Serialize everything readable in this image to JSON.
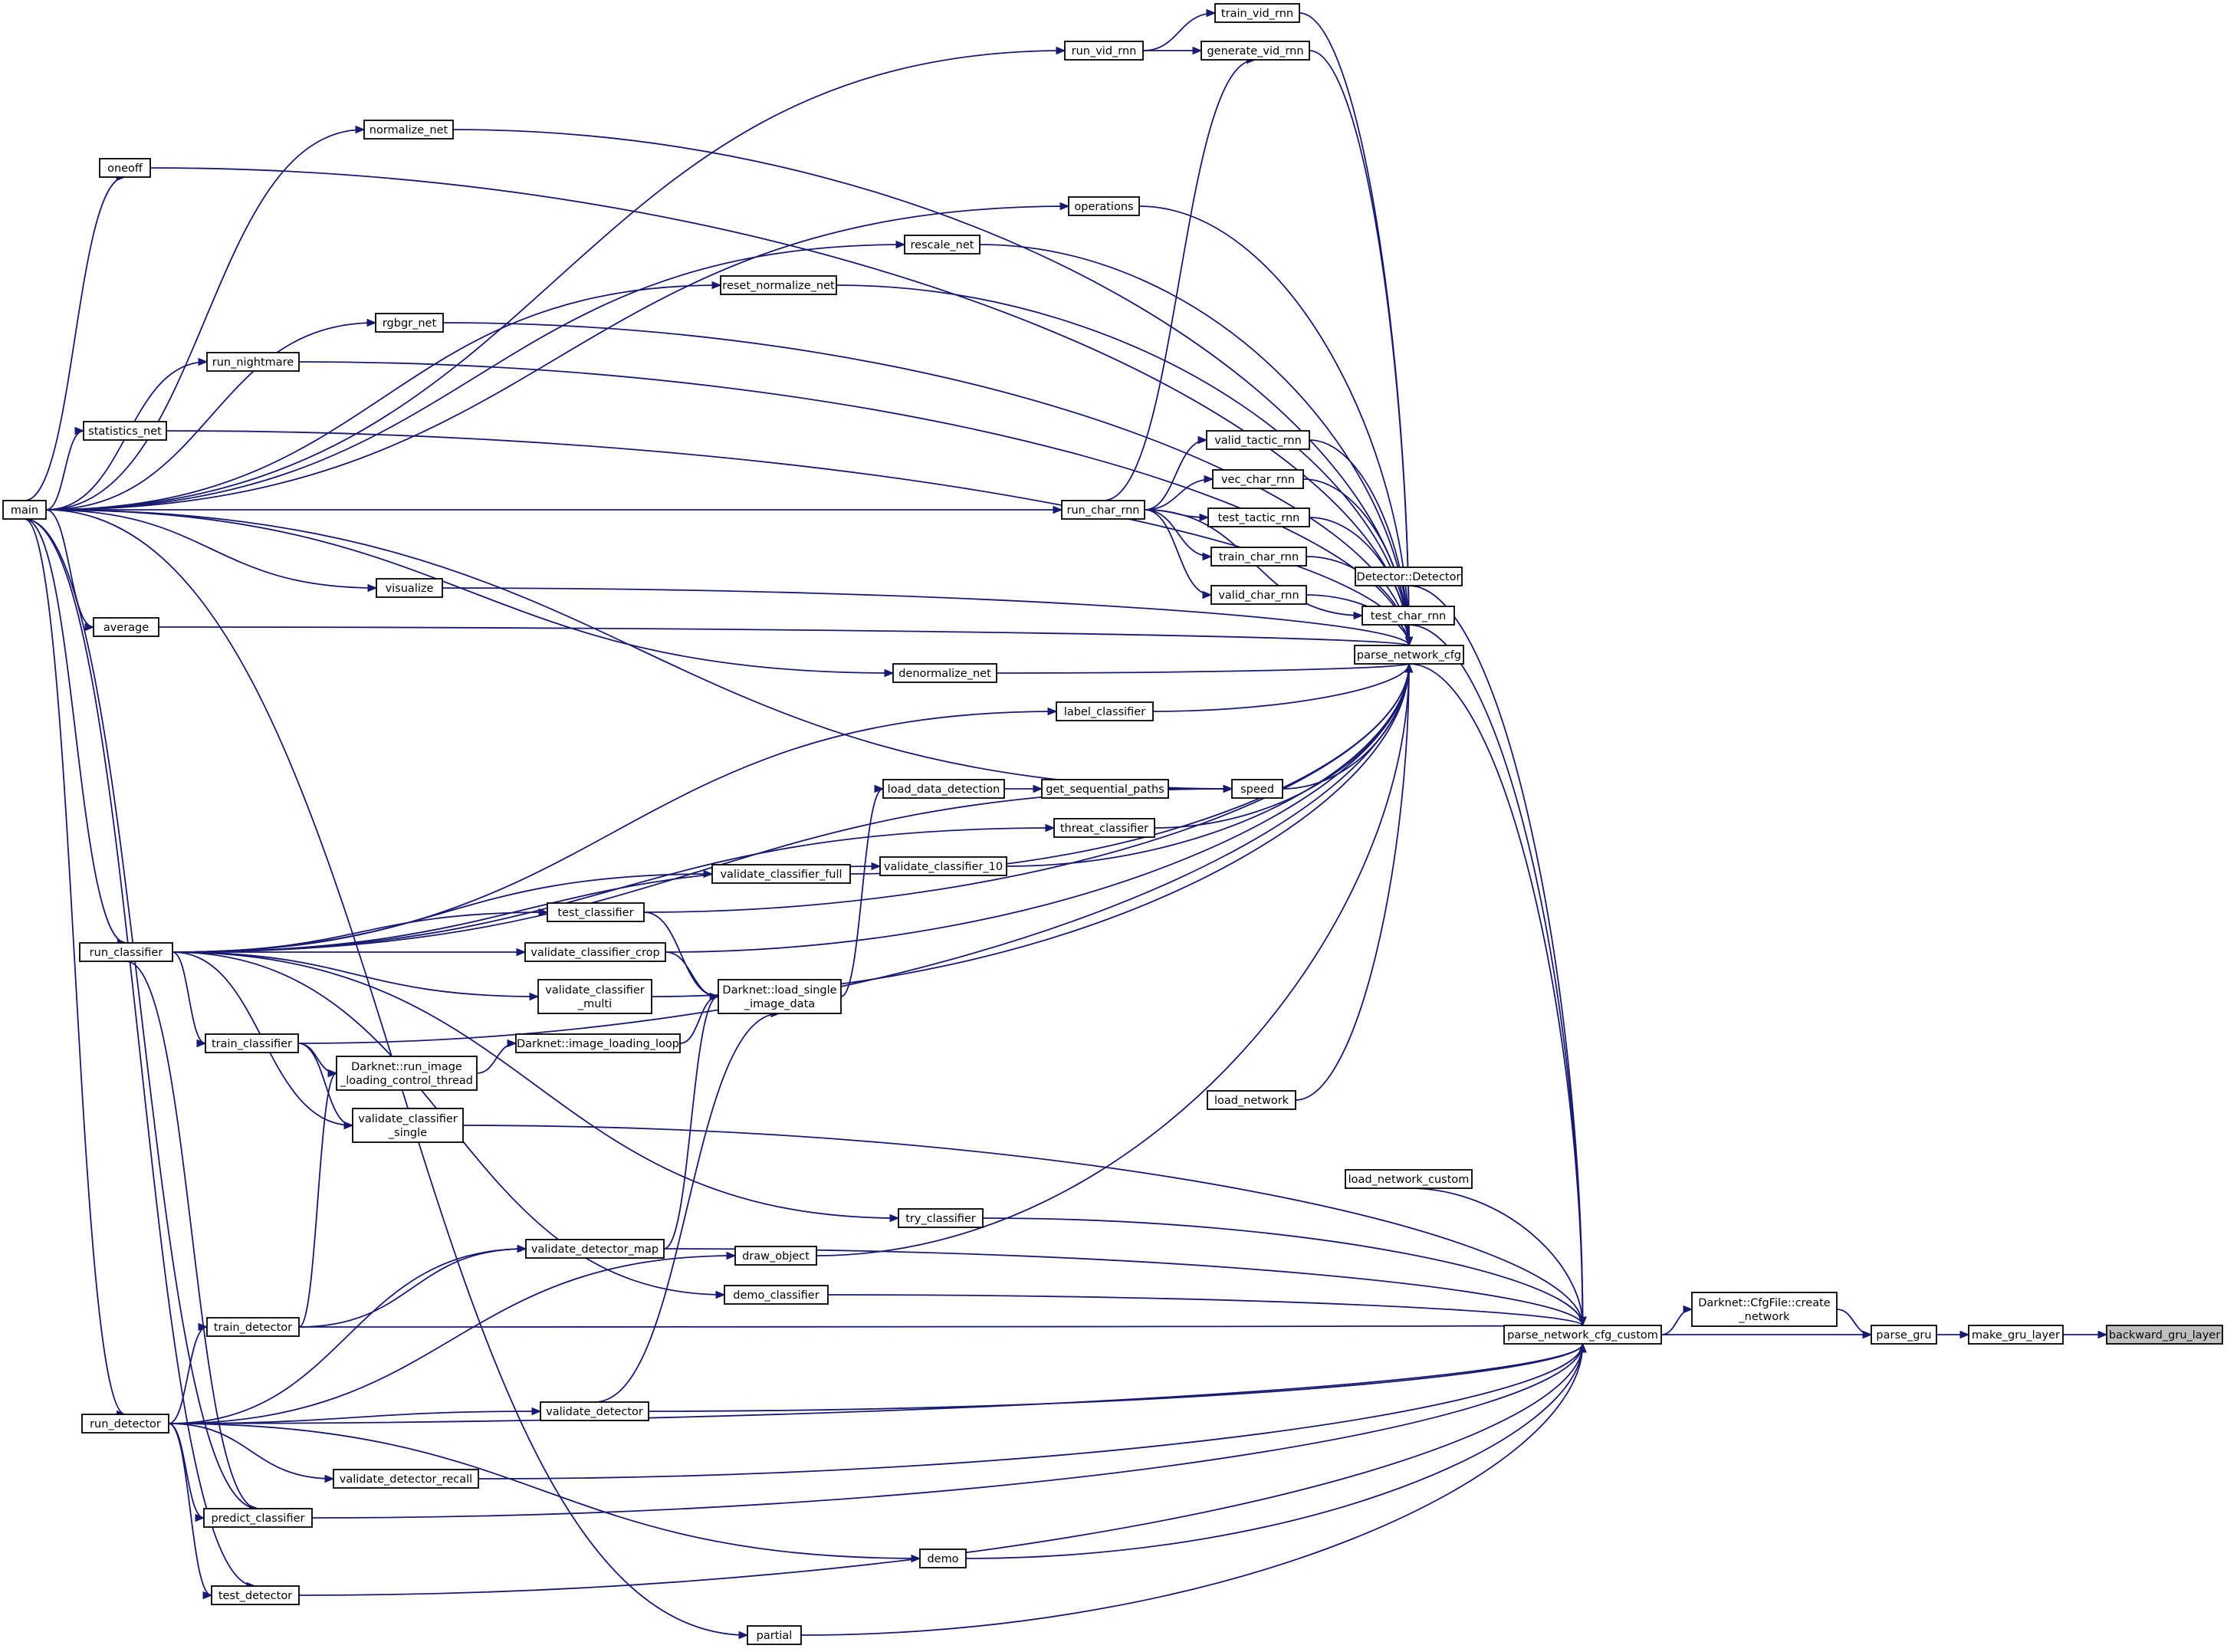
{
  "graph": {
    "nodes": [
      {
        "id": "train_vid_rnn",
        "lines": [
          "train_vid_rnn"
        ]
      },
      {
        "id": "run_vid_rnn",
        "lines": [
          "run_vid_rnn"
        ]
      },
      {
        "id": "generate_vid_rnn",
        "lines": [
          "generate_vid_rnn"
        ]
      },
      {
        "id": "normalize_net",
        "lines": [
          "normalize_net"
        ]
      },
      {
        "id": "oneoff",
        "lines": [
          "oneoff"
        ]
      },
      {
        "id": "operations",
        "lines": [
          "operations"
        ]
      },
      {
        "id": "rescale_net",
        "lines": [
          "rescale_net"
        ]
      },
      {
        "id": "reset_normalize_net",
        "lines": [
          "reset_normalize_net"
        ]
      },
      {
        "id": "rgbgr_net",
        "lines": [
          "rgbgr_net"
        ]
      },
      {
        "id": "run_nightmare",
        "lines": [
          "run_nightmare"
        ]
      },
      {
        "id": "statistics_net",
        "lines": [
          "statistics_net"
        ]
      },
      {
        "id": "valid_tactic_rnn",
        "lines": [
          "valid_tactic_rnn"
        ]
      },
      {
        "id": "vec_char_rnn",
        "lines": [
          "vec_char_rnn"
        ]
      },
      {
        "id": "main",
        "lines": [
          "main"
        ]
      },
      {
        "id": "run_char_rnn",
        "lines": [
          "run_char_rnn"
        ]
      },
      {
        "id": "test_tactic_rnn",
        "lines": [
          "test_tactic_rnn"
        ]
      },
      {
        "id": "train_char_rnn",
        "lines": [
          "train_char_rnn"
        ]
      },
      {
        "id": "detector_detector",
        "lines": [
          "Detector::Detector"
        ]
      },
      {
        "id": "visualize",
        "lines": [
          "visualize"
        ]
      },
      {
        "id": "valid_char_rnn",
        "lines": [
          "valid_char_rnn"
        ]
      },
      {
        "id": "test_char_rnn",
        "lines": [
          "test_char_rnn"
        ]
      },
      {
        "id": "average",
        "lines": [
          "average"
        ]
      },
      {
        "id": "parse_network_cfg",
        "lines": [
          "parse_network_cfg"
        ]
      },
      {
        "id": "denormalize_net",
        "lines": [
          "denormalize_net"
        ]
      },
      {
        "id": "label_classifier",
        "lines": [
          "label_classifier"
        ]
      },
      {
        "id": "load_data_detection",
        "lines": [
          "load_data_detection"
        ]
      },
      {
        "id": "get_sequential_paths",
        "lines": [
          "get_sequential_paths"
        ]
      },
      {
        "id": "speed",
        "lines": [
          "speed"
        ]
      },
      {
        "id": "threat_classifier",
        "lines": [
          "threat_classifier"
        ]
      },
      {
        "id": "validate_classifier_full",
        "lines": [
          "validate_classifier_full"
        ]
      },
      {
        "id": "validate_classifier_10",
        "lines": [
          "validate_classifier_10"
        ]
      },
      {
        "id": "test_classifier",
        "lines": [
          "test_classifier"
        ]
      },
      {
        "id": "run_classifier",
        "lines": [
          "run_classifier"
        ]
      },
      {
        "id": "validate_classifier_crop",
        "lines": [
          "validate_classifier_crop"
        ]
      },
      {
        "id": "load_single_image_data",
        "lines": [
          "Darknet::load_single",
          "_image_data"
        ]
      },
      {
        "id": "validate_classifier_multi",
        "lines": [
          "validate_classifier",
          "_multi"
        ]
      },
      {
        "id": "train_classifier",
        "lines": [
          "train_classifier"
        ]
      },
      {
        "id": "image_loading_loop",
        "lines": [
          "Darknet::image_loading_loop"
        ]
      },
      {
        "id": "run_image_loading_control_thread",
        "lines": [
          "Darknet::run_image",
          "_loading_control_thread"
        ]
      },
      {
        "id": "load_network",
        "lines": [
          "load_network"
        ]
      },
      {
        "id": "validate_classifier_single",
        "lines": [
          "validate_classifier",
          "_single"
        ]
      },
      {
        "id": "load_network_custom",
        "lines": [
          "load_network_custom"
        ]
      },
      {
        "id": "try_classifier",
        "lines": [
          "try_classifier"
        ]
      },
      {
        "id": "validate_detector_map",
        "lines": [
          "validate_detector_map"
        ]
      },
      {
        "id": "draw_object",
        "lines": [
          "draw_object"
        ]
      },
      {
        "id": "demo_classifier",
        "lines": [
          "demo_classifier"
        ]
      },
      {
        "id": "cfgfile_create_network",
        "lines": [
          "Darknet::CfgFile::create",
          "_network"
        ]
      },
      {
        "id": "train_detector",
        "lines": [
          "train_detector"
        ]
      },
      {
        "id": "parse_network_cfg_custom",
        "lines": [
          "parse_network_cfg_custom"
        ]
      },
      {
        "id": "parse_gru",
        "lines": [
          "parse_gru"
        ]
      },
      {
        "id": "make_gru_layer",
        "lines": [
          "make_gru_layer"
        ]
      },
      {
        "id": "backward_gru_layer",
        "lines": [
          "backward_gru_layer"
        ]
      },
      {
        "id": "run_detector",
        "lines": [
          "run_detector"
        ]
      },
      {
        "id": "validate_detector",
        "lines": [
          "validate_detector"
        ]
      },
      {
        "id": "validate_detector_recall",
        "lines": [
          "validate_detector_recall"
        ]
      },
      {
        "id": "predict_classifier",
        "lines": [
          "predict_classifier"
        ]
      },
      {
        "id": "demo",
        "lines": [
          "demo"
        ]
      },
      {
        "id": "test_detector",
        "lines": [
          "test_detector"
        ]
      },
      {
        "id": "partial",
        "lines": [
          "partial"
        ]
      }
    ],
    "edges": [
      [
        "make_gru_layer",
        "backward_gru_layer"
      ],
      [
        "parse_gru",
        "make_gru_layer"
      ],
      [
        "cfgfile_create_network",
        "parse_gru"
      ],
      [
        "parse_network_cfg_custom",
        "parse_gru"
      ],
      [
        "parse_network_cfg_custom",
        "cfgfile_create_network"
      ],
      [
        "parse_network_cfg",
        "parse_network_cfg_custom"
      ],
      [
        "detector_detector",
        "parse_network_cfg_custom"
      ],
      [
        "test_char_rnn",
        "parse_network_cfg_custom"
      ],
      [
        "load_network_custom",
        "parse_network_cfg_custom"
      ],
      [
        "validate_classifier_single",
        "parse_network_cfg_custom"
      ],
      [
        "try_classifier",
        "parse_network_cfg_custom"
      ],
      [
        "demo_classifier",
        "parse_network_cfg_custom"
      ],
      [
        "validate_detector_map",
        "parse_network_cfg_custom"
      ],
      [
        "train_detector",
        "parse_network_cfg_custom"
      ],
      [
        "run_detector",
        "parse_network_cfg_custom"
      ],
      [
        "validate_detector",
        "parse_network_cfg_custom"
      ],
      [
        "validate_detector_recall",
        "parse_network_cfg_custom"
      ],
      [
        "predict_classifier",
        "parse_network_cfg_custom"
      ],
      [
        "demo",
        "parse_network_cfg_custom"
      ],
      [
        "test_detector",
        "parse_network_cfg_custom"
      ],
      [
        "partial",
        "parse_network_cfg_custom"
      ],
      [
        "train_vid_rnn",
        "parse_network_cfg"
      ],
      [
        "generate_vid_rnn",
        "parse_network_cfg"
      ],
      [
        "normalize_net",
        "parse_network_cfg"
      ],
      [
        "oneoff",
        "parse_network_cfg"
      ],
      [
        "operations",
        "parse_network_cfg"
      ],
      [
        "rescale_net",
        "parse_network_cfg"
      ],
      [
        "reset_normalize_net",
        "parse_network_cfg"
      ],
      [
        "rgbgr_net",
        "parse_network_cfg"
      ],
      [
        "run_nightmare",
        "parse_network_cfg"
      ],
      [
        "statistics_net",
        "parse_network_cfg"
      ],
      [
        "valid_tactic_rnn",
        "parse_network_cfg"
      ],
      [
        "vec_char_rnn",
        "parse_network_cfg"
      ],
      [
        "test_tactic_rnn",
        "parse_network_cfg"
      ],
      [
        "train_char_rnn",
        "parse_network_cfg"
      ],
      [
        "valid_char_rnn",
        "parse_network_cfg"
      ],
      [
        "test_char_rnn",
        "parse_network_cfg"
      ],
      [
        "visualize",
        "parse_network_cfg"
      ],
      [
        "average",
        "parse_network_cfg"
      ],
      [
        "denormalize_net",
        "parse_network_cfg"
      ],
      [
        "label_classifier",
        "parse_network_cfg"
      ],
      [
        "speed",
        "parse_network_cfg"
      ],
      [
        "threat_classifier",
        "parse_network_cfg"
      ],
      [
        "validate_classifier_10",
        "parse_network_cfg"
      ],
      [
        "validate_classifier_full",
        "parse_network_cfg"
      ],
      [
        "test_classifier",
        "parse_network_cfg"
      ],
      [
        "validate_classifier_crop",
        "parse_network_cfg"
      ],
      [
        "validate_classifier_multi",
        "parse_network_cfg"
      ],
      [
        "train_classifier",
        "parse_network_cfg"
      ],
      [
        "load_network",
        "parse_network_cfg"
      ],
      [
        "draw_object",
        "parse_network_cfg"
      ],
      [
        "run_char_rnn",
        "generate_vid_rnn"
      ],
      [
        "run_vid_rnn",
        "train_vid_rnn"
      ],
      [
        "run_vid_rnn",
        "generate_vid_rnn"
      ],
      [
        "main",
        "run_vid_rnn"
      ],
      [
        "main",
        "normalize_net"
      ],
      [
        "main",
        "oneoff"
      ],
      [
        "main",
        "operations"
      ],
      [
        "main",
        "rescale_net"
      ],
      [
        "main",
        "reset_normalize_net"
      ],
      [
        "main",
        "rgbgr_net"
      ],
      [
        "main",
        "run_nightmare"
      ],
      [
        "main",
        "statistics_net"
      ],
      [
        "main",
        "run_char_rnn"
      ],
      [
        "main",
        "visualize"
      ],
      [
        "main",
        "average"
      ],
      [
        "main",
        "denormalize_net"
      ],
      [
        "main",
        "speed"
      ],
      [
        "main",
        "run_classifier"
      ],
      [
        "main",
        "run_detector"
      ],
      [
        "main",
        "partial"
      ],
      [
        "main",
        "test_detector"
      ],
      [
        "main",
        "predict_classifier"
      ],
      [
        "run_char_rnn",
        "valid_tactic_rnn"
      ],
      [
        "run_char_rnn",
        "vec_char_rnn"
      ],
      [
        "run_char_rnn",
        "test_tactic_rnn"
      ],
      [
        "run_char_rnn",
        "train_char_rnn"
      ],
      [
        "run_char_rnn",
        "valid_char_rnn"
      ],
      [
        "run_char_rnn",
        "test_char_rnn"
      ],
      [
        "get_sequential_paths",
        "speed"
      ],
      [
        "load_data_detection",
        "get_sequential_paths"
      ],
      [
        "load_single_image_data",
        "load_data_detection"
      ],
      [
        "test_classifier",
        "load_single_image_data"
      ],
      [
        "validate_classifier_crop",
        "load_single_image_data"
      ],
      [
        "image_loading_loop",
        "load_single_image_data"
      ],
      [
        "validate_detector_map",
        "load_single_image_data"
      ],
      [
        "validate_detector",
        "load_single_image_data"
      ],
      [
        "run_image_loading_control_thread",
        "image_loading_loop"
      ],
      [
        "run_classifier",
        "label_classifier"
      ],
      [
        "run_classifier",
        "speed"
      ],
      [
        "run_classifier",
        "threat_classifier"
      ],
      [
        "run_classifier",
        "validate_classifier_10"
      ],
      [
        "run_classifier",
        "validate_classifier_full"
      ],
      [
        "run_classifier",
        "test_classifier"
      ],
      [
        "run_classifier",
        "validate_classifier_crop"
      ],
      [
        "run_classifier",
        "validate_classifier_multi"
      ],
      [
        "run_classifier",
        "train_classifier"
      ],
      [
        "run_classifier",
        "validate_classifier_single"
      ],
      [
        "run_classifier",
        "try_classifier"
      ],
      [
        "run_classifier",
        "demo_classifier"
      ],
      [
        "run_classifier",
        "predict_classifier"
      ],
      [
        "train_classifier",
        "run_image_loading_control_thread"
      ],
      [
        "train_classifier",
        "validate_classifier_single"
      ],
      [
        "train_detector",
        "run_image_loading_control_thread"
      ],
      [
        "train_detector",
        "validate_detector_map"
      ],
      [
        "run_detector",
        "train_detector"
      ],
      [
        "run_detector",
        "validate_detector_map"
      ],
      [
        "run_detector",
        "draw_object"
      ],
      [
        "run_detector",
        "validate_detector"
      ],
      [
        "run_detector",
        "validate_detector_recall"
      ],
      [
        "run_detector",
        "demo"
      ],
      [
        "run_detector",
        "test_detector"
      ],
      [
        "run_detector",
        "predict_classifier"
      ]
    ]
  }
}
